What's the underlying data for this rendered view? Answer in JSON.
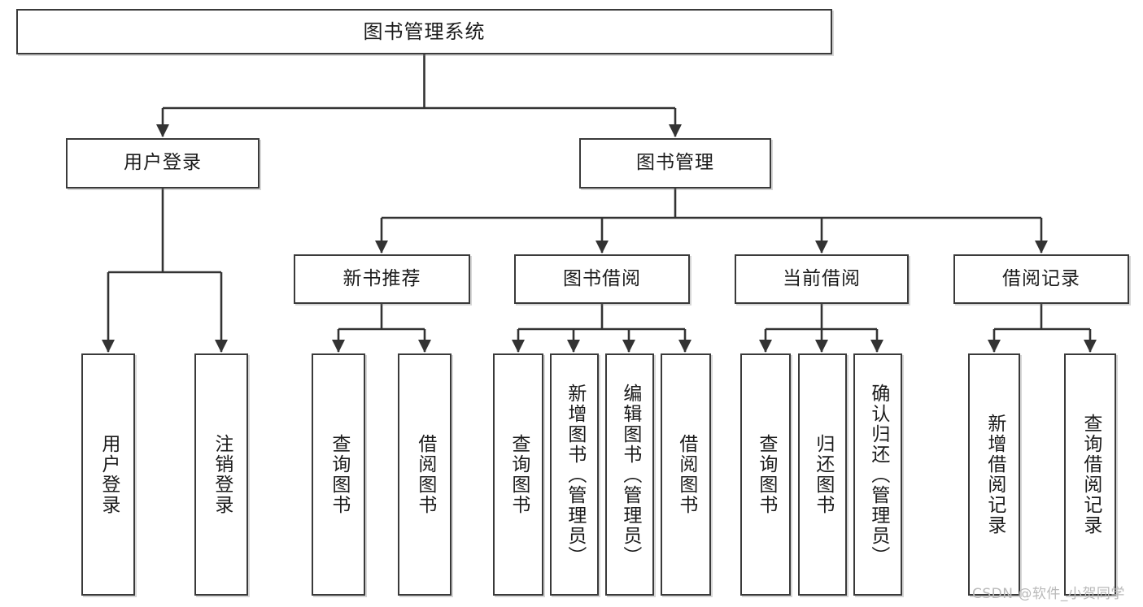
{
  "diagram": {
    "title": "图书管理系统",
    "type": "tree-hierarchy-diagram",
    "watermark": "CSDN @软件_小贺同学",
    "colors": {
      "box_border": "#3a3a3a",
      "box_fill": "#ffffff",
      "edge": "#333333",
      "text": "#1b1b1b",
      "watermark": "#b9b9b9",
      "background": "#ffffff"
    },
    "root": {
      "label": "图书管理系统"
    },
    "level2": [
      {
        "id": "user-login",
        "label": "用户登录"
      },
      {
        "id": "book-manage",
        "label": "图书管理"
      }
    ],
    "level3": [
      {
        "id": "new-book-rec",
        "label": "新书推荐"
      },
      {
        "id": "book-borrow",
        "label": "图书借阅"
      },
      {
        "id": "current-borrow",
        "label": "当前借阅"
      },
      {
        "id": "borrow-record",
        "label": "借阅记录"
      }
    ],
    "leaves": {
      "user_login": [
        {
          "id": "leaf-user-login",
          "label": "用户登录"
        },
        {
          "id": "leaf-logout",
          "label": "注销登录"
        }
      ],
      "new_book_rec": [
        {
          "id": "leaf-query-book-1",
          "label": "查询图书"
        },
        {
          "id": "leaf-borrow-book-1",
          "label": "借阅图书"
        }
      ],
      "book_borrow": [
        {
          "id": "leaf-query-book-2",
          "label": "查询图书"
        },
        {
          "id": "leaf-add-book",
          "label": "新增图书（管理员）"
        },
        {
          "id": "leaf-edit-book",
          "label": "编辑图书（管理员）"
        },
        {
          "id": "leaf-borrow-book-2",
          "label": "借阅图书"
        }
      ],
      "current_borrow": [
        {
          "id": "leaf-query-book-3",
          "label": "查询图书"
        },
        {
          "id": "leaf-return-book",
          "label": "归还图书"
        },
        {
          "id": "leaf-confirm-return",
          "label": "确认归还（管理员）"
        }
      ],
      "borrow_record": [
        {
          "id": "leaf-add-record",
          "label": "新增借阅记录"
        },
        {
          "id": "leaf-query-record",
          "label": "查询借阅记录"
        }
      ]
    }
  }
}
